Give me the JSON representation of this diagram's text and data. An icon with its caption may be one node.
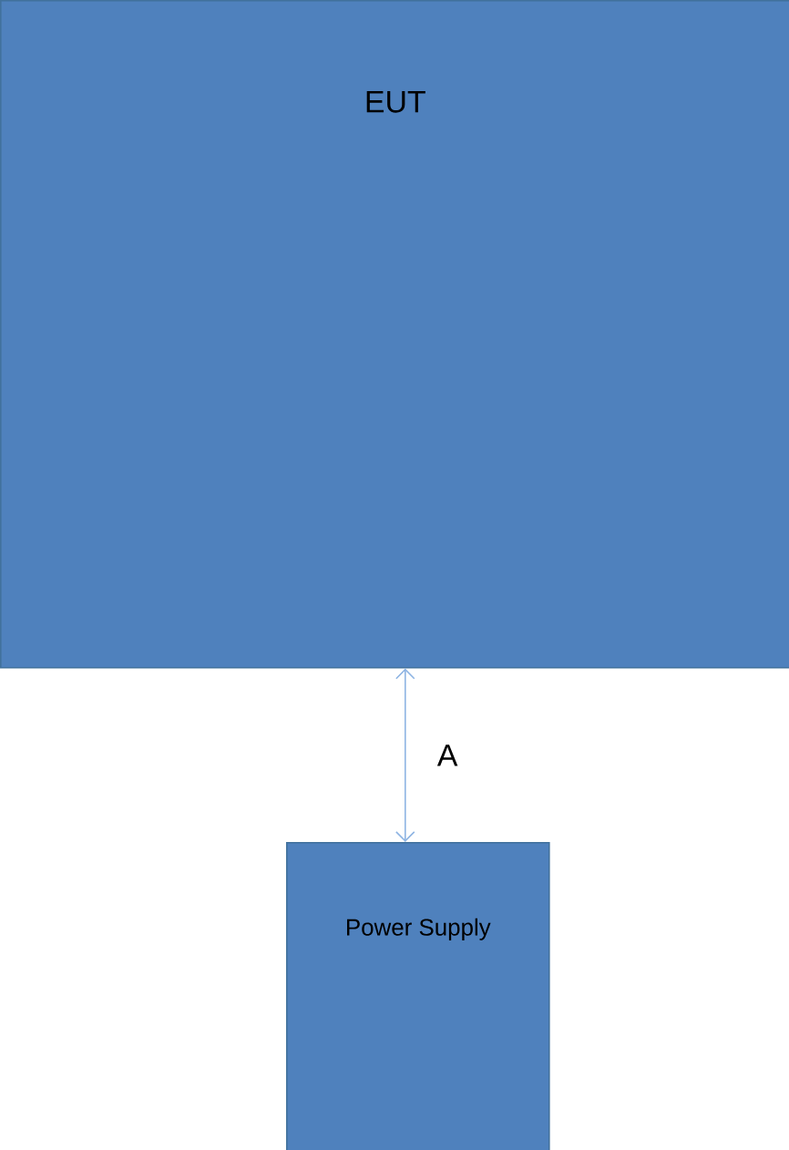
{
  "diagram": {
    "nodes": [
      {
        "text": [
          "EUT"
        ]
      },
      {
        "text": [
          "Power Supply"
        ]
      }
    ],
    "edges": [
      {
        "from": 0,
        "to": 1,
        "arrow": "both",
        "label": "A"
      }
    ]
  }
}
